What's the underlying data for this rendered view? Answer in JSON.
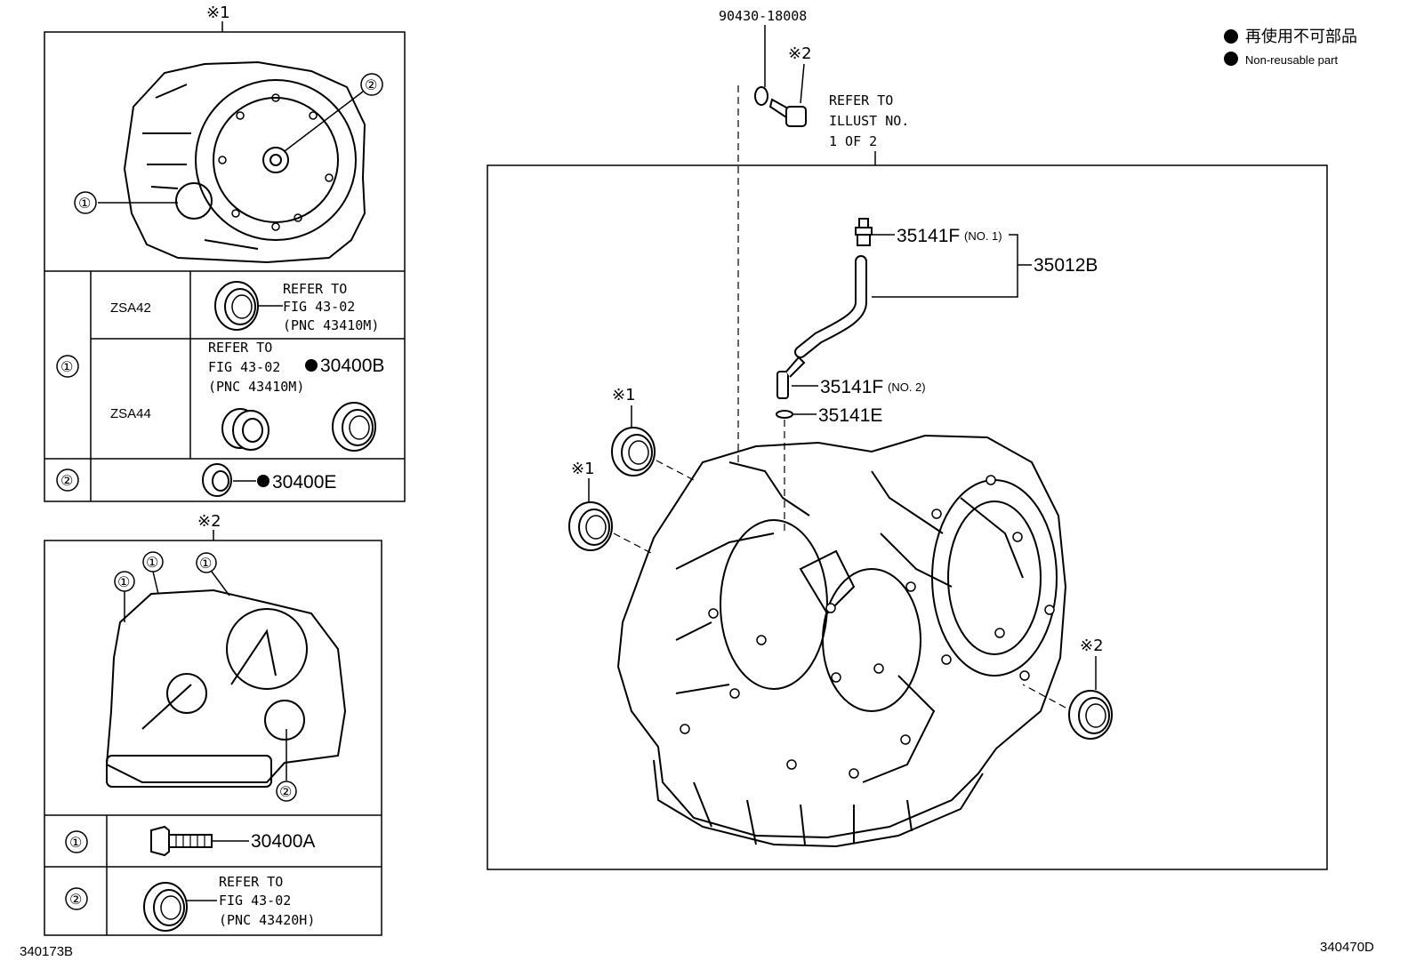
{
  "legend": {
    "jp": "再使用不可部品",
    "en": "Non-reusable part"
  },
  "codes": {
    "left": "340173B",
    "right": "340470D"
  },
  "notes": {
    "note1": "※1",
    "note2": "※2"
  },
  "circled": {
    "one": "①",
    "two": "②"
  },
  "refer_main": [
    "REFER TO",
    "ILLUST NO.",
    "1 OF 2"
  ],
  "refer_fig_43410": [
    "REFER TO",
    "FIG 43-02",
    "(PNC 43410M)"
  ],
  "refer_fig_43420": [
    "REFER TO",
    "FIG 43-02",
    "(PNC 43420H)"
  ],
  "models": {
    "zsa42": "ZSA42",
    "zsa44": "ZSA44"
  },
  "parts": {
    "p90430": "90430-18008",
    "p35141f": "35141F",
    "p35141f_no1": "(NO. 1)",
    "p35141f_no2": "(NO. 2)",
    "p35012b": "35012B",
    "p35141e": "35141E",
    "p30400b": "30400B",
    "p30400e": "30400E",
    "p30400a": "30400A"
  }
}
